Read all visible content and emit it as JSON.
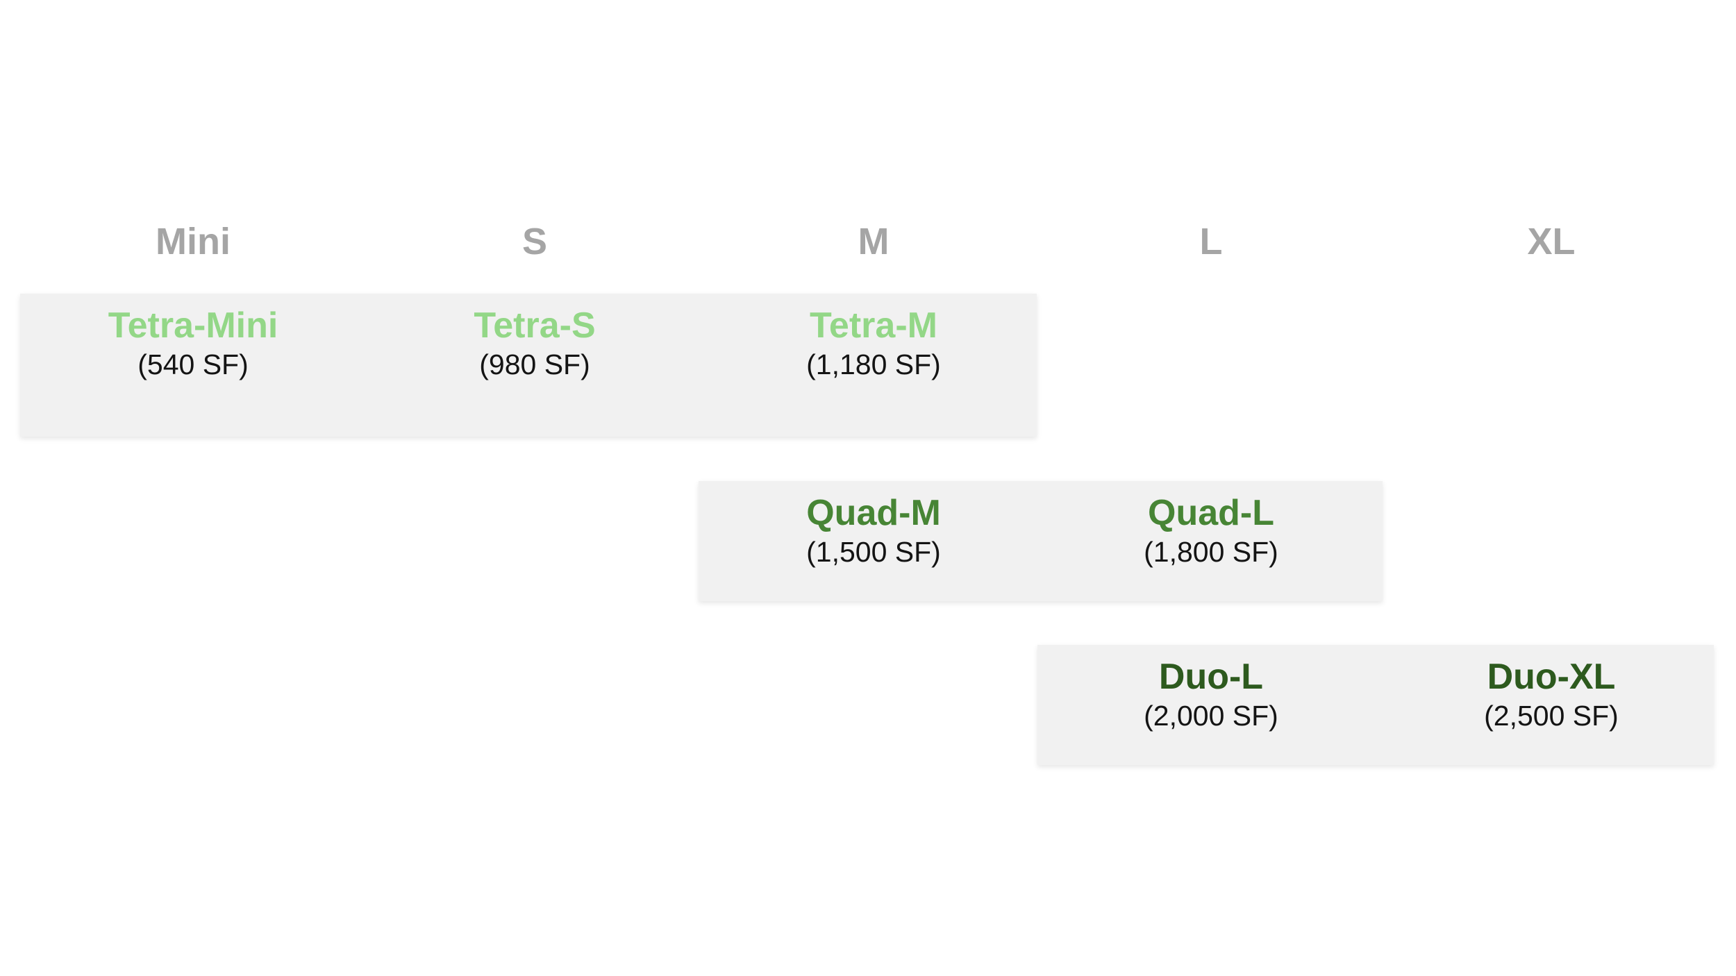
{
  "columns": [
    {
      "label": "Mini"
    },
    {
      "label": "S"
    },
    {
      "label": "M"
    },
    {
      "label": "L"
    },
    {
      "label": "XL"
    }
  ],
  "bands": [
    {
      "family": "Tetra",
      "cells": [
        {
          "name": "Tetra-Mini",
          "size": "(540 SF)",
          "column": "Mini"
        },
        {
          "name": "Tetra-S",
          "size": "(980 SF)",
          "column": "S"
        },
        {
          "name": "Tetra-M",
          "size": "(1,180 SF)",
          "column": "M"
        }
      ]
    },
    {
      "family": "Quad",
      "cells": [
        {
          "name": "Quad-M",
          "size": "(1,500 SF)",
          "column": "M"
        },
        {
          "name": "Quad-L",
          "size": "(1,800 SF)",
          "column": "L"
        }
      ]
    },
    {
      "family": "Duo",
      "cells": [
        {
          "name": "Duo-L",
          "size": "(2,000 SF)",
          "column": "L"
        },
        {
          "name": "Duo-XL",
          "size": "(2,500 SF)",
          "column": "XL"
        }
      ]
    }
  ],
  "colors": {
    "page-bg": "#ffffff",
    "band-bg": "#f1f1f1",
    "header-gray": "#a5a5a5",
    "tetra-green": "#93d787",
    "quad-green": "#478535",
    "duo-green": "#2d5a1e",
    "size-text": "#141414"
  }
}
